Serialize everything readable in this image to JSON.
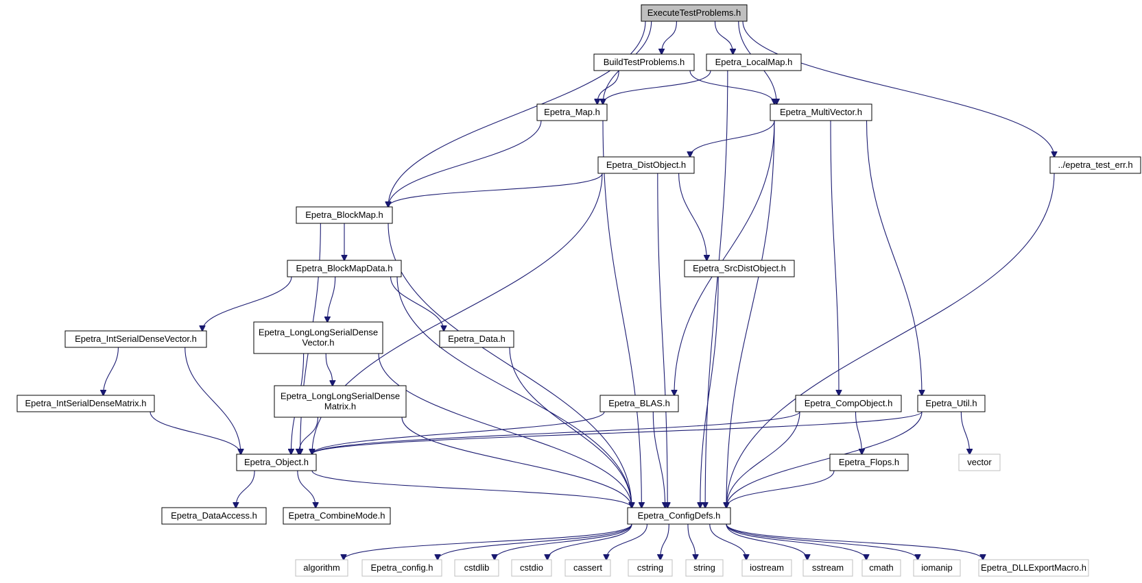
{
  "nodes": [
    {
      "id": "root",
      "lines": [
        "ExecuteTestProblems.h"
      ],
      "kind": "root"
    },
    {
      "id": "build",
      "lines": [
        "BuildTestProblems.h"
      ],
      "kind": "normal"
    },
    {
      "id": "localmap",
      "lines": [
        "Epetra_LocalMap.h"
      ],
      "kind": "normal"
    },
    {
      "id": "map",
      "lines": [
        "Epetra_Map.h"
      ],
      "kind": "normal"
    },
    {
      "id": "multivector",
      "lines": [
        "Epetra_MultiVector.h"
      ],
      "kind": "normal"
    },
    {
      "id": "testerr",
      "lines": [
        "../epetra_test_err.h"
      ],
      "kind": "normal"
    },
    {
      "id": "distobject",
      "lines": [
        "Epetra_DistObject.h"
      ],
      "kind": "normal"
    },
    {
      "id": "blockmap",
      "lines": [
        "Epetra_BlockMap.h"
      ],
      "kind": "normal"
    },
    {
      "id": "blockmapdata",
      "lines": [
        "Epetra_BlockMapData.h"
      ],
      "kind": "normal"
    },
    {
      "id": "srcdist",
      "lines": [
        "Epetra_SrcDistObject.h"
      ],
      "kind": "normal"
    },
    {
      "id": "intvec",
      "lines": [
        "Epetra_IntSerialDenseVector.h"
      ],
      "kind": "normal"
    },
    {
      "id": "llvec",
      "lines": [
        "Epetra_LongLongSerialDense",
        "Vector.h"
      ],
      "kind": "normal"
    },
    {
      "id": "data",
      "lines": [
        "Epetra_Data.h"
      ],
      "kind": "normal"
    },
    {
      "id": "intmat",
      "lines": [
        "Epetra_IntSerialDenseMatrix.h"
      ],
      "kind": "normal"
    },
    {
      "id": "llmat",
      "lines": [
        "Epetra_LongLongSerialDense",
        "Matrix.h"
      ],
      "kind": "normal"
    },
    {
      "id": "blas",
      "lines": [
        "Epetra_BLAS.h"
      ],
      "kind": "normal"
    },
    {
      "id": "compobj",
      "lines": [
        "Epetra_CompObject.h"
      ],
      "kind": "normal"
    },
    {
      "id": "util",
      "lines": [
        "Epetra_Util.h"
      ],
      "kind": "normal"
    },
    {
      "id": "object",
      "lines": [
        "Epetra_Object.h"
      ],
      "kind": "normal"
    },
    {
      "id": "flops",
      "lines": [
        "Epetra_Flops.h"
      ],
      "kind": "normal"
    },
    {
      "id": "vector",
      "lines": [
        "vector"
      ],
      "kind": "external"
    },
    {
      "id": "dataaccess",
      "lines": [
        "Epetra_DataAccess.h"
      ],
      "kind": "normal"
    },
    {
      "id": "combinemode",
      "lines": [
        "Epetra_CombineMode.h"
      ],
      "kind": "normal"
    },
    {
      "id": "configdefs",
      "lines": [
        "Epetra_ConfigDefs.h"
      ],
      "kind": "normal"
    },
    {
      "id": "algorithm",
      "lines": [
        "algorithm"
      ],
      "kind": "external"
    },
    {
      "id": "config",
      "lines": [
        "Epetra_config.h"
      ],
      "kind": "external"
    },
    {
      "id": "cstdlib",
      "lines": [
        "cstdlib"
      ],
      "kind": "external"
    },
    {
      "id": "cstdio",
      "lines": [
        "cstdio"
      ],
      "kind": "external"
    },
    {
      "id": "cassert",
      "lines": [
        "cassert"
      ],
      "kind": "external"
    },
    {
      "id": "cstring",
      "lines": [
        "cstring"
      ],
      "kind": "external"
    },
    {
      "id": "string",
      "lines": [
        "string"
      ],
      "kind": "external"
    },
    {
      "id": "iostream",
      "lines": [
        "iostream"
      ],
      "kind": "external"
    },
    {
      "id": "sstream",
      "lines": [
        "sstream"
      ],
      "kind": "external"
    },
    {
      "id": "cmath",
      "lines": [
        "cmath"
      ],
      "kind": "external"
    },
    {
      "id": "iomanip",
      "lines": [
        "iomanip"
      ],
      "kind": "external"
    },
    {
      "id": "dllexport",
      "lines": [
        "Epetra_DLLExportMacro.h"
      ],
      "kind": "external"
    }
  ],
  "edges": [
    [
      "root",
      "build"
    ],
    [
      "root",
      "localmap"
    ],
    [
      "root",
      "map"
    ],
    [
      "root",
      "multivector"
    ],
    [
      "root",
      "testerr"
    ],
    [
      "root",
      "blockmap"
    ],
    [
      "build",
      "map"
    ],
    [
      "build",
      "multivector"
    ],
    [
      "localmap",
      "map"
    ],
    [
      "localmap",
      "configdefs"
    ],
    [
      "map",
      "blockmap"
    ],
    [
      "map",
      "configdefs"
    ],
    [
      "multivector",
      "distobject"
    ],
    [
      "multivector",
      "blas"
    ],
    [
      "multivector",
      "compobj"
    ],
    [
      "multivector",
      "util"
    ],
    [
      "multivector",
      "configdefs"
    ],
    [
      "testerr",
      "configdefs"
    ],
    [
      "distobject",
      "blockmap"
    ],
    [
      "distobject",
      "srcdist"
    ],
    [
      "distobject",
      "object"
    ],
    [
      "distobject",
      "configdefs"
    ],
    [
      "blockmap",
      "blockmapdata"
    ],
    [
      "blockmap",
      "object"
    ],
    [
      "blockmap",
      "configdefs"
    ],
    [
      "blockmapdata",
      "intvec"
    ],
    [
      "blockmapdata",
      "llvec"
    ],
    [
      "blockmapdata",
      "data"
    ],
    [
      "blockmapdata",
      "configdefs"
    ],
    [
      "srcdist",
      "configdefs"
    ],
    [
      "intvec",
      "intmat"
    ],
    [
      "intvec",
      "object"
    ],
    [
      "llvec",
      "llmat"
    ],
    [
      "llvec",
      "object"
    ],
    [
      "llvec",
      "configdefs"
    ],
    [
      "data",
      "configdefs"
    ],
    [
      "intmat",
      "object"
    ],
    [
      "llmat",
      "object"
    ],
    [
      "llmat",
      "configdefs"
    ],
    [
      "blas",
      "object"
    ],
    [
      "blas",
      "configdefs"
    ],
    [
      "compobj",
      "object"
    ],
    [
      "compobj",
      "flops"
    ],
    [
      "compobj",
      "configdefs"
    ],
    [
      "util",
      "object"
    ],
    [
      "util",
      "vector"
    ],
    [
      "util",
      "configdefs"
    ],
    [
      "flops",
      "configdefs"
    ],
    [
      "object",
      "dataaccess"
    ],
    [
      "object",
      "combinemode"
    ],
    [
      "object",
      "configdefs"
    ],
    [
      "configdefs",
      "algorithm"
    ],
    [
      "configdefs",
      "config"
    ],
    [
      "configdefs",
      "cstdlib"
    ],
    [
      "configdefs",
      "cstdio"
    ],
    [
      "configdefs",
      "cassert"
    ],
    [
      "configdefs",
      "cstring"
    ],
    [
      "configdefs",
      "string"
    ],
    [
      "configdefs",
      "iostream"
    ],
    [
      "configdefs",
      "sstream"
    ],
    [
      "configdefs",
      "cmath"
    ],
    [
      "configdefs",
      "iomanip"
    ],
    [
      "configdefs",
      "dllexport"
    ]
  ]
}
